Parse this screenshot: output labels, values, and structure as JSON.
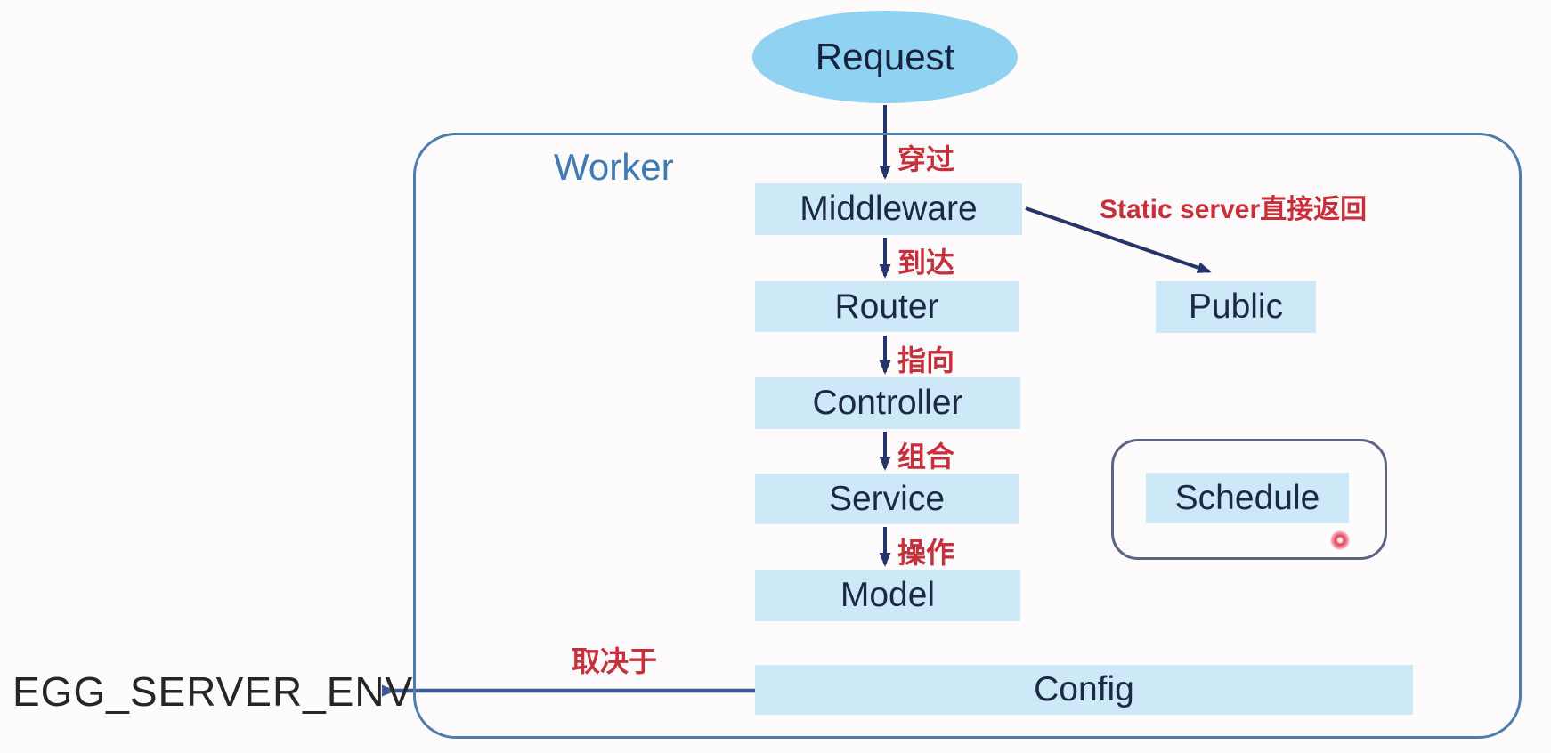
{
  "diagram": {
    "request_label": "Request",
    "worker_label": "Worker",
    "nodes": {
      "middleware": "Middleware",
      "router": "Router",
      "controller": "Controller",
      "service": "Service",
      "model": "Model",
      "public": "Public",
      "schedule": "Schedule",
      "config": "Config"
    },
    "edge_labels": {
      "request_to_middleware": "穿过",
      "middleware_to_router": "到达",
      "router_to_controller": "指向",
      "controller_to_service": "组合",
      "service_to_model": "操作",
      "middleware_to_public": "Static server直接返回",
      "config_to_env": "取决于"
    },
    "external_label": "EGG_SERVER_ENV",
    "colors": {
      "node_fill": "#cde9f8",
      "request_ellipse_fill": "#8fd2f2",
      "node_text": "#1b2945",
      "worker_border": "#4d7dab",
      "worker_label_text": "#3c7ab8",
      "schedule_border": "#5c6384",
      "arrow_navy": "#25356b",
      "arrow_steel": "#3f5a96",
      "red_label": "#c72f3b",
      "red_dot": "#dd4055"
    }
  }
}
